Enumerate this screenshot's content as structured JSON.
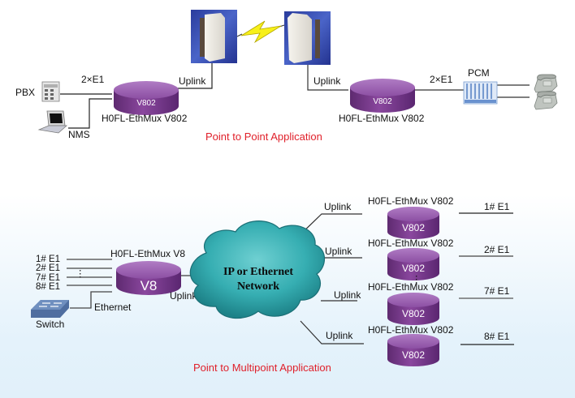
{
  "colors": {
    "device_purple": "#7b3a8e",
    "device_top": "#9a5db0",
    "title_red": "#e0202a",
    "cloud_teal": "#2fa8ad",
    "link_line": "#555555"
  },
  "point_to_point": {
    "title": "Point to Point Application",
    "left_site": {
      "pbx_label": "PBX",
      "nms_label": "NMS",
      "e1_label": "2×E1",
      "uplink_label": "Uplink",
      "device_badge": "V802",
      "device_name": "H0FL-EthMux V802"
    },
    "right_site": {
      "uplink_label": "Uplink",
      "e1_label": "2×E1",
      "pcm_label": "PCM",
      "device_badge": "V802",
      "device_name": "H0FL-EthMux V802"
    },
    "radio_icons": [
      "radio-antenna-icon",
      "radio-antenna-icon"
    ],
    "wireless_link_icon": "lightning-bolt-icon"
  },
  "point_to_multipoint": {
    "title": "Point to Multipoint Application",
    "hub": {
      "device_name": "H0FL-EthMux V8",
      "device_badge": "V8",
      "uplink_label": "Uplink",
      "ethernet_label": "Ethernet",
      "switch_label": "Switch",
      "e1_ports": [
        "1# E1",
        "2# E1",
        "7# E1",
        "8# E1"
      ],
      "ellipsis": "⋮"
    },
    "cloud": {
      "line1": "IP or Ethernet",
      "line2": "Network"
    },
    "remotes": [
      {
        "uplink_label": "Uplink",
        "device_name": "H0FL-EthMux V802",
        "device_badge": "V802",
        "e1_label": "1# E1"
      },
      {
        "uplink_label": "Uplink",
        "device_name": "H0FL-EthMux V802",
        "device_badge": "V802",
        "e1_label": "2# E1"
      },
      {
        "uplink_label": "Uplink",
        "device_name": "H0FL-EthMux V802",
        "device_badge": "V802",
        "e1_label": "7# E1"
      },
      {
        "uplink_label": "Uplink",
        "device_name": "H0FL-EthMux V802",
        "device_badge": "V802",
        "e1_label": "8# E1"
      }
    ],
    "remote_ellipsis": "⋮"
  }
}
